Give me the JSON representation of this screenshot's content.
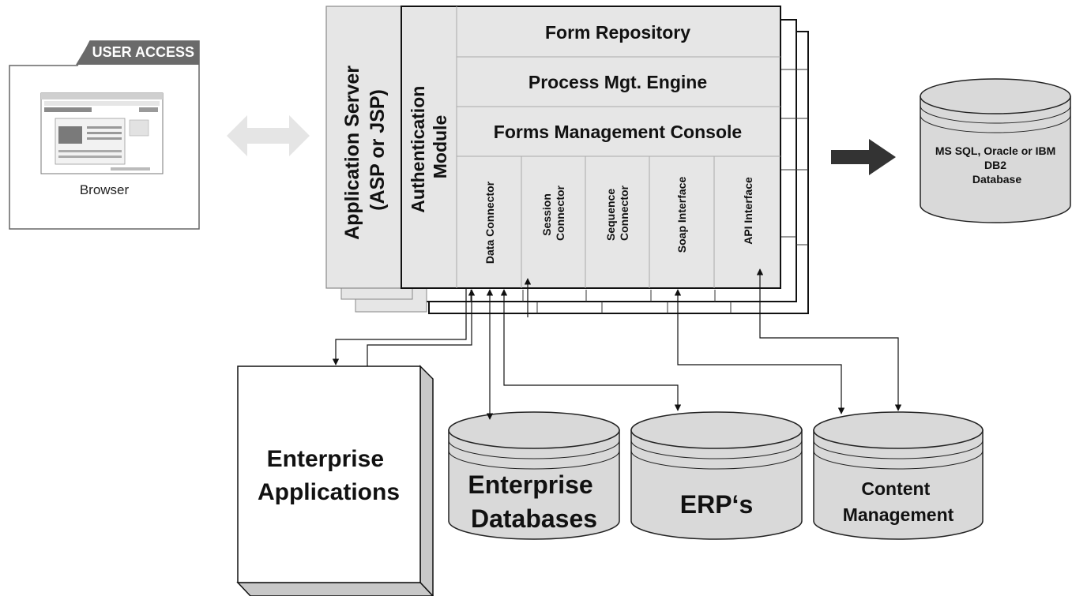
{
  "user_access": {
    "tab_label": "USER ACCESS",
    "browser_label": "Browser"
  },
  "app_server": {
    "label_line1": "Application Server",
    "label_line2": "(ASP or JSP)"
  },
  "auth_module": {
    "label_line1": "Authentication",
    "label_line2": "Module"
  },
  "stack_rows": {
    "form_repository": "Form Repository",
    "process_engine": "Process Mgt. Engine",
    "forms_console": "Forms Management Console"
  },
  "connectors": {
    "data": "Data Connector",
    "session_line1": "Session",
    "session_line2": "Connector",
    "sequence_line1": "Sequence",
    "sequence_line2": "Connector",
    "soap": "Soap Interface",
    "api": "API Interface"
  },
  "database": {
    "line1": "MS SQL, Oracle or IBM",
    "line2": "DB2",
    "line3": "Database"
  },
  "targets": {
    "enterprise_apps_line1": "Enterprise",
    "enterprise_apps_line2": "Applications",
    "enterprise_db_line1": "Enterprise",
    "enterprise_db_line2": "Databases",
    "erp": "ERP‘s",
    "content_line1": "Content",
    "content_line2": "Management"
  }
}
